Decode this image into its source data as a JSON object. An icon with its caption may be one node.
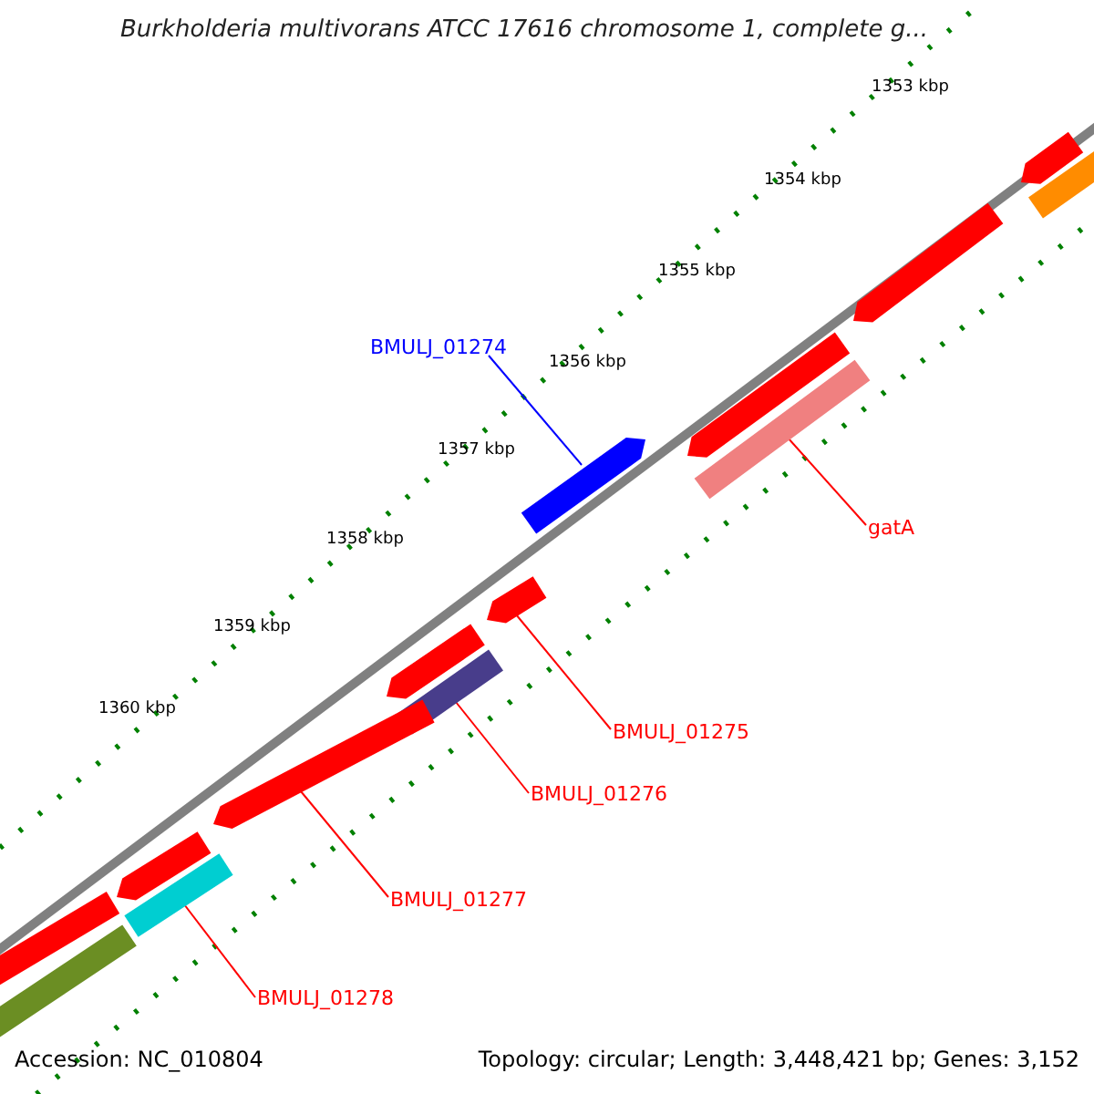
{
  "diagram": {
    "title": "Burkholderia multivorans ATCC 17616 chromosome 1, complete g...",
    "nodes": [
      {
        "text": [],
        "shape": "bar"
      },
      {
        "text": [],
        "shape": "bar"
      },
      {
        "text": [],
        "shape": "bar"
      },
      {
        "text": [],
        "shape": "bar"
      },
      {
        "text": [
          "BMULJ_01274"
        ]
      },
      {
        "text": [],
        "shape": "bar"
      },
      {
        "text": [
          "gatA"
        ]
      },
      {
        "text": [],
        "shape": "bar"
      },
      {
        "text": [
          "BMULJ_01275"
        ]
      },
      {
        "text": [],
        "shape": "bar"
      },
      {
        "text": [],
        "shape": "bar"
      },
      {
        "text": [],
        "shape": "bar"
      },
      {
        "text": [
          "BMULJ_01276"
        ]
      },
      {
        "text": [],
        "shape": "bar"
      },
      {
        "text": [
          "BMULJ_01277"
        ]
      },
      {
        "text": [],
        "shape": "bar"
      },
      {
        "text": [],
        "shape": "bar"
      },
      {
        "text": [
          "BMULJ_01278"
        ]
      },
      {
        "text": [],
        "shape": "bar"
      },
      {
        "text": [],
        "shape": "bar"
      }
    ],
    "edges": [
      {
        "from": 4,
        "to": 5,
        "arrow": "none",
        "color": "#0000ff"
      },
      {
        "from": 6,
        "to": 7,
        "arrow": "none"
      },
      {
        "from": 8,
        "to": 9,
        "arrow": "none"
      },
      {
        "from": 12,
        "to": 11,
        "arrow": "none"
      },
      {
        "from": 14,
        "to": 13,
        "arrow": "none"
      },
      {
        "from": 17,
        "to": 16,
        "arrow": "none"
      }
    ],
    "labels": [
      "1353 kbp",
      "1354 kbp",
      "1355 kbp",
      "1356 kbp",
      "1357 kbp",
      "1358 kbp",
      "1359 kbp",
      "1360 kbp",
      "Accession: NC_010804",
      "Topology: circular; Length: 3,448,421 bp; Genes: 3,152"
    ]
  }
}
